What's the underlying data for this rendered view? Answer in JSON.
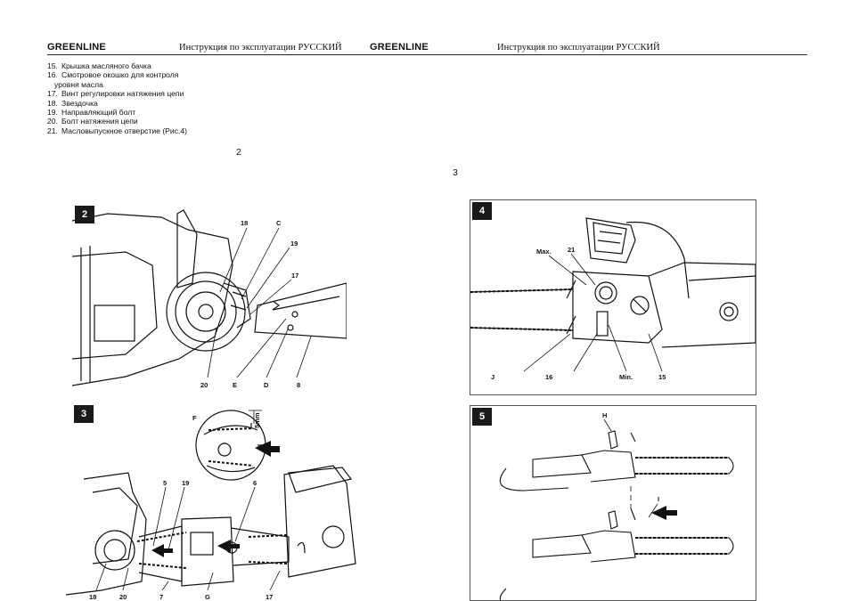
{
  "header": {
    "left_brand": "GREENLINE",
    "left_subtitle": "Инструкция по эксплуатации  РУССКИЙ",
    "right_brand": "GREENLINE",
    "right_subtitle": "Инструкция по эксплуатации  РУССКИЙ"
  },
  "parts_list": [
    {
      "num": "15.",
      "text": "Крышка масляного бачка"
    },
    {
      "num": "16.",
      "text": "Смотровое окошко для контроля",
      "cont": "уровня масла"
    },
    {
      "num": "17.",
      "text": "Винт регулировки натяжения цепи"
    },
    {
      "num": "18.",
      "text": "Звездочка"
    },
    {
      "num": "19.",
      "text": "Направляющий болт"
    },
    {
      "num": "20.",
      "text": "Болт натяжения цепи"
    },
    {
      "num": "21.",
      "text": "Масловыпускное отверстие (Рис.4)"
    }
  ],
  "figure_refs": {
    "left": "2",
    "right": "3"
  },
  "figures": {
    "fig2": {
      "badge": "2",
      "labels": {
        "l18": "18",
        "lC": "C",
        "l19": "19",
        "l17": "17",
        "l20": "20",
        "lE": "E",
        "lD": "D",
        "l8": "8"
      }
    },
    "fig3": {
      "badge": "3",
      "labels": {
        "lF": "F",
        "l5mm": "5mm",
        "l5": "5",
        "l19": "19",
        "l6": "6",
        "l18": "18",
        "l20": "20",
        "l7": "7",
        "lG": "G",
        "l17": "17"
      }
    },
    "fig4": {
      "badge": "4",
      "labels": {
        "lMax": "Max.",
        "l21": "21",
        "lJ": "J",
        "l16": "16",
        "lMin": "Min.",
        "l15": "15"
      }
    },
    "fig5": {
      "badge": "5",
      "labels": {
        "lH": "H",
        "lI": "I"
      }
    }
  }
}
